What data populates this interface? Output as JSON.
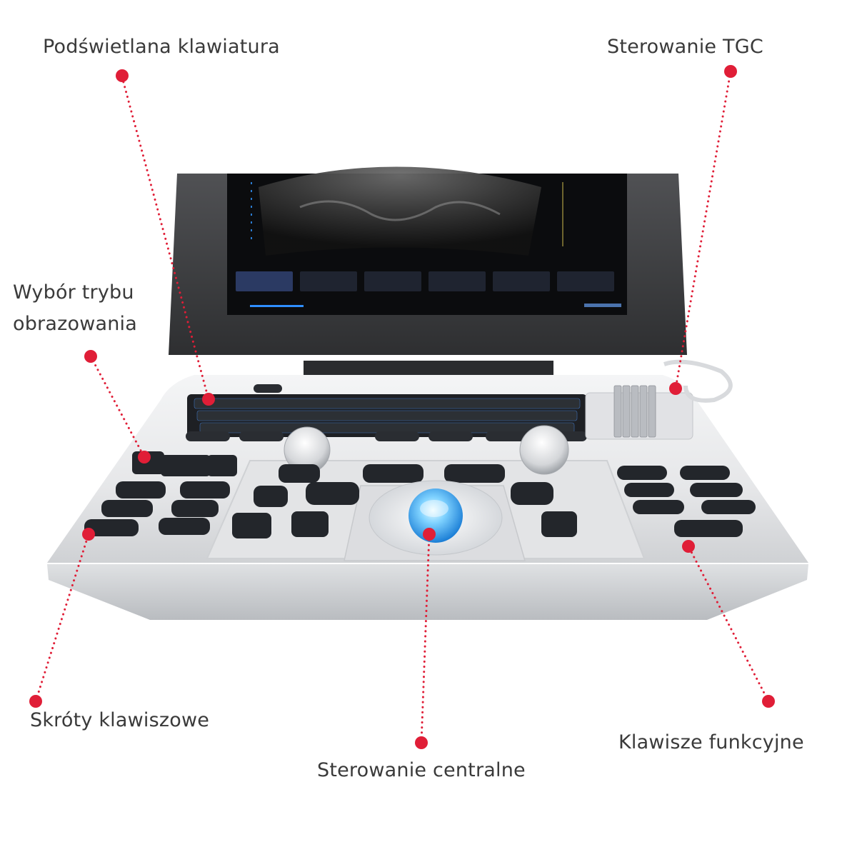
{
  "colors": {
    "accent": "#e01e37",
    "text": "#3a3a3a",
    "key_glow": "#2f8fff",
    "device_body": "#e9eaec",
    "screen_bezel": "#3a3a3c",
    "key_cap": "#23262b"
  },
  "callouts": [
    {
      "id": "backlit-keyboard",
      "lines": [
        "Podświetlana klawiatura"
      ]
    },
    {
      "id": "tgc-control",
      "lines": [
        "Sterowanie TGC"
      ]
    },
    {
      "id": "imaging-mode",
      "lines": [
        "Wybór trybu",
        "obrazowania"
      ]
    },
    {
      "id": "shortcuts",
      "lines": [
        "Skróty klawiszowe"
      ]
    },
    {
      "id": "central-control",
      "lines": [
        "Sterowanie centralne"
      ]
    },
    {
      "id": "function-keys",
      "lines": [
        "Klawisze funkcyjne"
      ]
    }
  ]
}
